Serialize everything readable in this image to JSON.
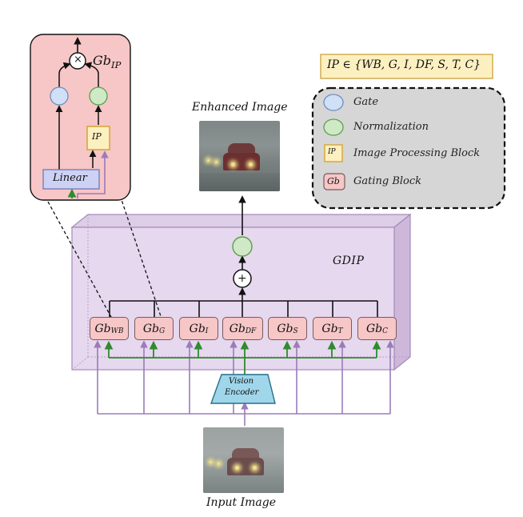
{
  "ip_formula": "IP ∈ {WB, G, I, DF, S, T, C}",
  "legend": {
    "gate": "Gate",
    "normalization": "Normalization",
    "ipb_icon": "IP",
    "ipb": "Image Processing Block",
    "gb_icon": "Gb",
    "gb": "Gating Block"
  },
  "zoom": {
    "title_main": "Gb",
    "title_sub": "IP",
    "linear": "Linear",
    "ip": "IP",
    "mult": "×"
  },
  "enhanced_label": "Enhanced Image",
  "input_label": "Input Image",
  "gdip_label": "GDIP",
  "encoder_line1": "Vision",
  "encoder_line2": "Encoder",
  "plus": "+",
  "blocks": [
    {
      "main": "Gb",
      "sub": "WB"
    },
    {
      "main": "Gb",
      "sub": "G"
    },
    {
      "main": "Gb",
      "sub": "I"
    },
    {
      "main": "Gb",
      "sub": "DF"
    },
    {
      "main": "Gb",
      "sub": "S"
    },
    {
      "main": "Gb",
      "sub": "T"
    },
    {
      "main": "Gb",
      "sub": "C"
    }
  ],
  "colors": {
    "purple": "#9b7bb8",
    "green": "#2e8b2e",
    "pink": "#f7c6c6",
    "gate_blue": "#cfe0f7",
    "norm_green": "#cfe8c6",
    "ip_yellow": "#fdf0c0",
    "encoder_blue": "#9fd6ea",
    "gdip_box": "#e3d4ea",
    "linear_blue": "#cdd2f5"
  }
}
